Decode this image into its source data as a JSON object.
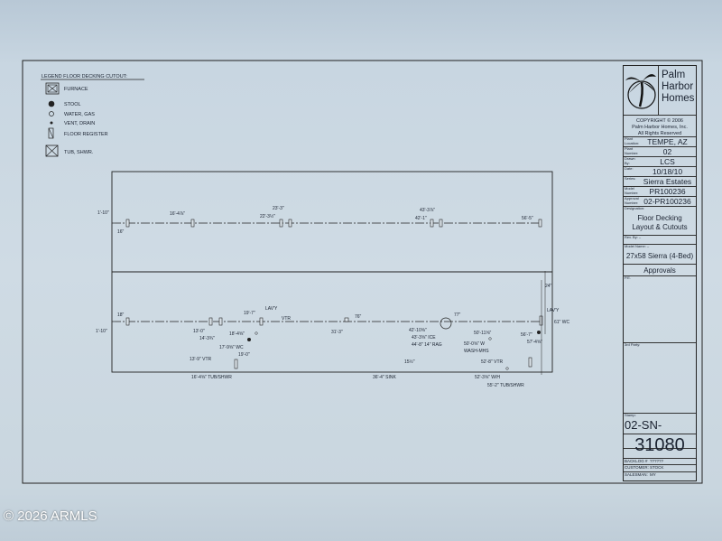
{
  "legend": {
    "title": "LEGEND FLOOR DECKING CUTOUT:",
    "items": [
      "FURNACE",
      "STOOL",
      "WATER, GAS",
      "VENT, DRAIN",
      "FLOOR REGISTER",
      "TUB, SHWR."
    ]
  },
  "plan": {
    "labels": [
      "1'-10\"",
      "16\"",
      "16'-4⅞\"",
      "22'-3½\"",
      "23'-3\"",
      "42'-1\"",
      "43'-3⅞\"",
      "56'-5\"",
      "1'-10\"",
      "18\"",
      "13'-0\"",
      "14'-3¾\"",
      "13'-9\" VTR",
      "16'-4⅝\" TUB/SHWR",
      "19'-7\"",
      "LAV'Y",
      "18'-4⅝\"",
      "17'-9⅝\" WC",
      "19'-0\"",
      "VTR",
      "31'-3\"",
      "76\"",
      "36'-4\" SINK",
      "15½\"",
      "42'-10⅝\"",
      "43'-3⅝\" ICE",
      "44'-8\" 14\" RAG",
      "77\"",
      "50'-11⅝\"",
      "50'-0⅝\" W",
      "WASH-MHS",
      "52'-8\" VTR",
      "52'-3⅝\" W/H",
      "55'-2\" TUB/SHWR",
      "56'-7\"",
      "57'-4⅝\"",
      "LAV'Y",
      "61\" WC",
      "24\""
    ]
  },
  "title_block": {
    "company": [
      "Palm",
      "Harbor",
      "Homes"
    ],
    "copyright": [
      "COPYRIGHT © 2006",
      "Palm Harbor Homes, Inc.",
      "All Rights Reserved"
    ],
    "fields": [
      {
        "caption": "Plant Location:",
        "value": "TEMPE, AZ"
      },
      {
        "caption": "Plant Number:",
        "value": "02"
      },
      {
        "caption": "Drawn By:",
        "value": "LCS"
      },
      {
        "caption": "Date:",
        "value": "10/18/10"
      },
      {
        "caption": "Series:",
        "value": "Sierra Estates"
      },
      {
        "caption": "Model Number:",
        "value": "PR100236"
      },
      {
        "caption": "Approval Number:",
        "value": "02-PR100236"
      }
    ],
    "designation_caption": "Designation:",
    "designation": [
      "Floor Decking",
      "Layout & Cutouts"
    ],
    "rev_by": "Rev. By: –",
    "model_name_caption": "Model Name: –",
    "model_name": "27x58 Sierra (4-Bed)",
    "approvals": "Approvals",
    "pe": "P.E.",
    "third_party": "3rd Party:",
    "stamp_caption": "Stamp:",
    "serial_prefix": "02-SN-",
    "serial": "31080",
    "info": [
      {
        "caption": "BACKLOG #",
        "value": "??????"
      },
      {
        "caption": "CUSTOMER:",
        "value": "STOCK"
      },
      {
        "caption": "SALESMAN:",
        "value": "MY"
      }
    ]
  },
  "watermark": "© 2026 ARMLS"
}
